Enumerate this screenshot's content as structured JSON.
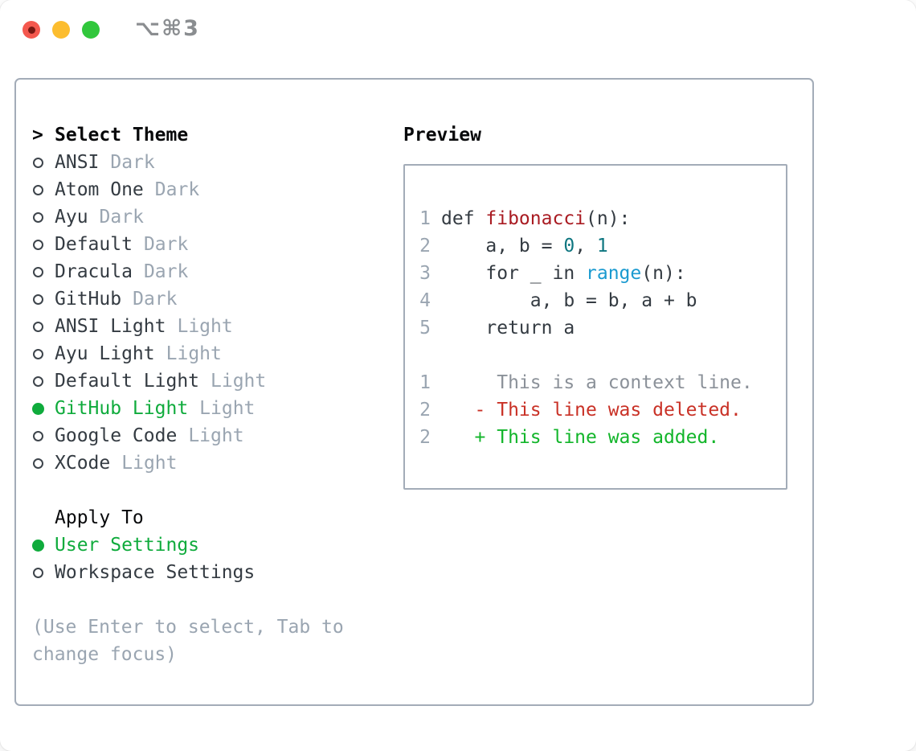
{
  "window": {
    "title": "⌥⌘3",
    "traffic_lights": [
      {
        "name": "close"
      },
      {
        "name": "minimize"
      },
      {
        "name": "zoom"
      }
    ]
  },
  "theme_panel": {
    "header_prefix": ">",
    "header": "Select Theme",
    "themes": [
      {
        "name": "ANSI",
        "tag": "Dark",
        "selected": false
      },
      {
        "name": "Atom One",
        "tag": "Dark",
        "selected": false
      },
      {
        "name": "Ayu",
        "tag": "Dark",
        "selected": false
      },
      {
        "name": "Default",
        "tag": "Dark",
        "selected": false
      },
      {
        "name": "Dracula",
        "tag": "Dark",
        "selected": false
      },
      {
        "name": "GitHub",
        "tag": "Dark",
        "selected": false
      },
      {
        "name": "ANSI Light",
        "tag": "Light",
        "selected": false
      },
      {
        "name": "Ayu Light",
        "tag": "Light",
        "selected": false
      },
      {
        "name": "Default Light",
        "tag": "Light",
        "selected": false
      },
      {
        "name": "GitHub Light",
        "tag": "Light",
        "selected": true
      },
      {
        "name": "Google Code",
        "tag": "Light",
        "selected": false
      },
      {
        "name": "XCode",
        "tag": "Light",
        "selected": false
      }
    ],
    "apply_header": "Apply To",
    "apply_options": [
      {
        "label": "User Settings",
        "selected": true
      },
      {
        "label": "Workspace Settings",
        "selected": false
      }
    ],
    "hint": "(Use Enter to select, Tab to change focus)"
  },
  "preview": {
    "header": "Preview",
    "code_lines": [
      {
        "num": "1",
        "tokens": [
          {
            "t": "def ",
            "c": "code"
          },
          {
            "t": "fibonacci",
            "c": "func"
          },
          {
            "t": "(n):",
            "c": "code"
          }
        ]
      },
      {
        "num": "2",
        "tokens": [
          {
            "t": "    a, b = ",
            "c": "code"
          },
          {
            "t": "0",
            "c": "num"
          },
          {
            "t": ", ",
            "c": "code"
          },
          {
            "t": "1",
            "c": "num"
          }
        ]
      },
      {
        "num": "3",
        "tokens": [
          {
            "t": "    for _ in ",
            "c": "code"
          },
          {
            "t": "range",
            "c": "builtin"
          },
          {
            "t": "(n):",
            "c": "code"
          }
        ]
      },
      {
        "num": "4",
        "tokens": [
          {
            "t": "        a, b = b, a + b",
            "c": "code"
          }
        ]
      },
      {
        "num": "5",
        "tokens": [
          {
            "t": "    return a",
            "c": "code"
          }
        ]
      }
    ],
    "diff_lines": [
      {
        "num": "1",
        "text": "     This is a context line.",
        "kind": "context"
      },
      {
        "num": "2",
        "text": "   - This line was deleted.",
        "kind": "deleted"
      },
      {
        "num": "2",
        "text": "   + This line was added.",
        "kind": "added"
      }
    ]
  },
  "colors": {
    "accent_green": "#0fab3c",
    "added_green": "#12b52a",
    "deleted_red": "#c93126",
    "function_red": "#a91b22",
    "number_teal": "#0e7680",
    "builtin_blue": "#1a9ad0",
    "text_dark": "#343b42",
    "muted_gray": "#9aa5b1",
    "context_gray": "#8b9199",
    "border_gray": "#a3acb8",
    "traffic_red": "#f4584e",
    "traffic_yellow": "#fcbd2f",
    "traffic_green": "#31c73c"
  }
}
